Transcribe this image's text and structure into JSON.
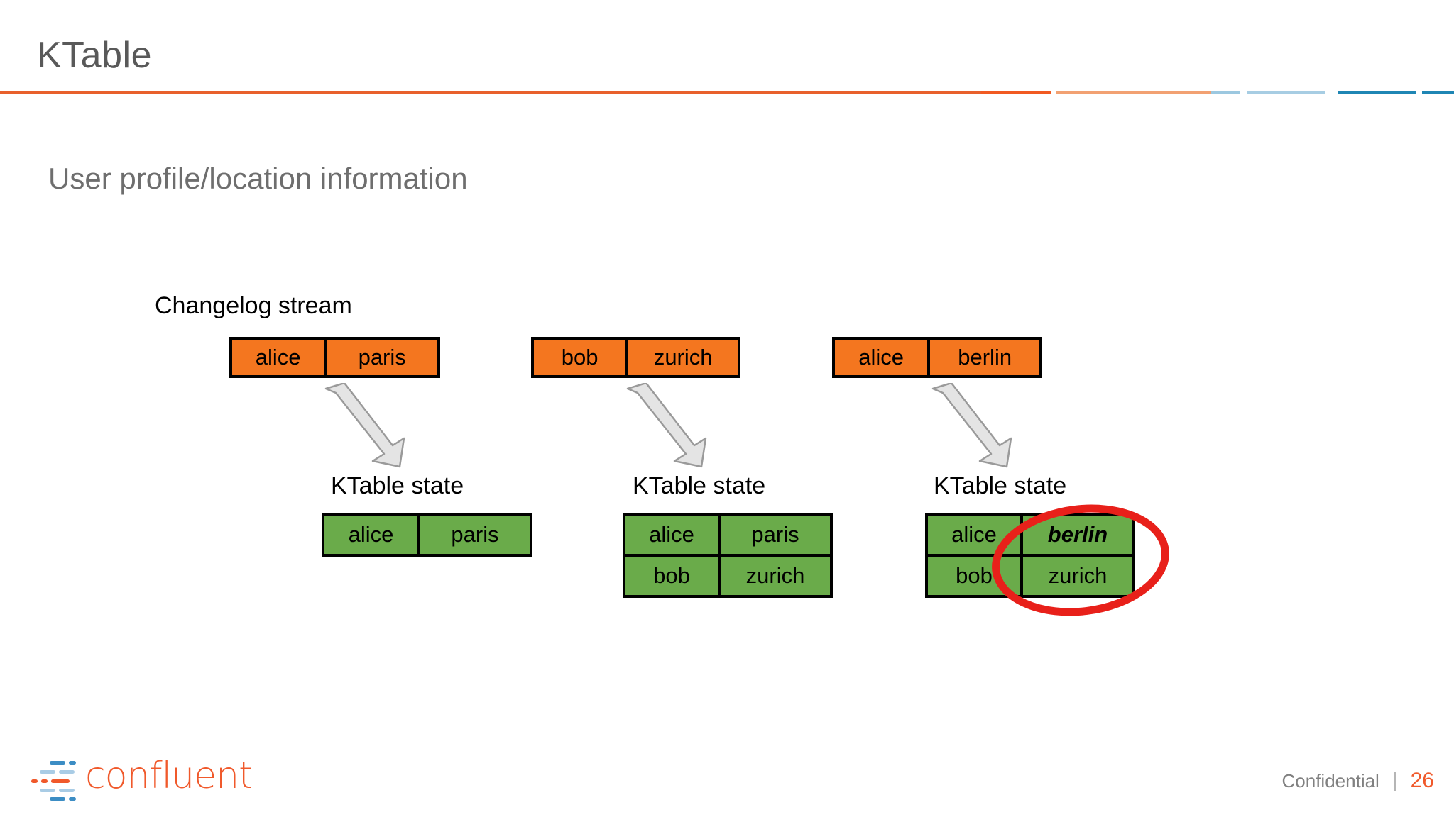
{
  "slide": {
    "title": "KTable",
    "subtitle": "User profile/location information",
    "page_number": "26",
    "confidential_label": "Confidential",
    "divider": "|",
    "brand_name": "confluent"
  },
  "colors": {
    "title_gray": "#595959",
    "subtitle_gray": "#6E6E6E",
    "rule_orange": "#E8602C",
    "deco_orange_dark": "#F15A22",
    "deco_orange_light": "#F2A172",
    "deco_blue_light": "#A7CDE3",
    "deco_blue_dark": "#1F86B4",
    "record_orange": "#F4761F",
    "table_green": "#6AAB4A",
    "highlight_red": "#E8201A",
    "arrow_gray": "#E2E2E2",
    "brand_orange": "#F0592B"
  },
  "diagram": {
    "changelog_label": "Changelog stream",
    "records": [
      {
        "key": "alice",
        "value": "paris"
      },
      {
        "key": "bob",
        "value": "zurich"
      },
      {
        "key": "alice",
        "value": "berlin"
      }
    ],
    "states": [
      {
        "label": "KTable state",
        "rows": [
          {
            "key": "alice",
            "value": "paris",
            "highlight": false
          }
        ]
      },
      {
        "label": "KTable state",
        "rows": [
          {
            "key": "alice",
            "value": "paris",
            "highlight": false
          },
          {
            "key": "bob",
            "value": "zurich",
            "highlight": false
          }
        ]
      },
      {
        "label": "KTable state",
        "rows": [
          {
            "key": "alice",
            "value": "berlin",
            "highlight": true
          },
          {
            "key": "bob",
            "value": "zurich",
            "highlight": false
          }
        ]
      }
    ],
    "annotation": {
      "shape": "ellipse",
      "targets": "berlin"
    }
  }
}
